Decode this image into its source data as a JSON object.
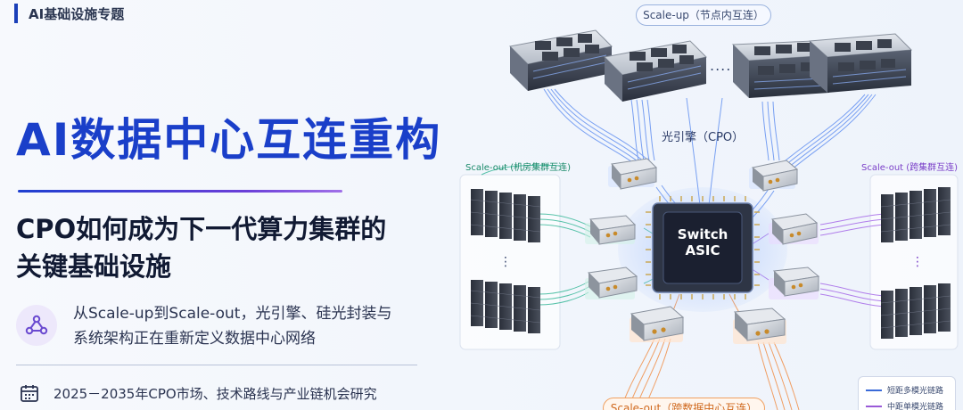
{
  "header": {
    "topic_tag": "AI基础设施专题"
  },
  "title": {
    "main": "AI数据中心互连重构"
  },
  "subtitle": {
    "line1": "CPO如何成为下一代算力集群的",
    "line2": "关键基础设施"
  },
  "lead": {
    "icon": "network-nodes-icon",
    "line1": "从Scale-up到Scale-out，光引擎、硅光封装与",
    "line2": "系统架构正在重新定义数据中心网络"
  },
  "footer": {
    "icon": "calendar-icon",
    "text": "2025－2035年CPO市场、技术路线与产业链机会研究"
  },
  "diagram": {
    "scale_up_label": "Scale-up（节点内互连）",
    "cpo_label": "光引擎（CPO）",
    "scale_out_left_label": "Scale-out (机房集群互连)",
    "scale_out_right_label": "Scale-out (跨集群互连)",
    "scale_out_bottom_label": "Scale-out（跨数据中心互连）",
    "asic_line1": "Switch",
    "asic_line2": "ASIC",
    "ellipsis": "....",
    "rack_ellipsis": "⋮",
    "legend": [
      {
        "label": "短距多模光链路",
        "color": "#3a6ad8"
      },
      {
        "label": "中距单模光链路",
        "color": "#9a5ad8"
      }
    ]
  },
  "colors": {
    "title_blue": "#1a3fc9",
    "link_blue": "#4a7ae8",
    "link_green": "#3ab89a",
    "link_purple": "#a66ae8",
    "link_orange": "#f0904a",
    "asic_dark": "#1d2333"
  }
}
